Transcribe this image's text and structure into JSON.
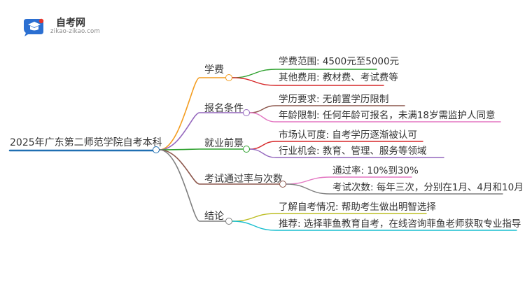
{
  "logo": {
    "name": "自考网",
    "url": "zikao-zikao.com",
    "icon": "graduation-cap-icon",
    "colors": {
      "badge": "#2b6fd1",
      "accent": "#e8342a"
    }
  },
  "mindmap": {
    "root": {
      "label": "2025年广东第二师范学院自考本科",
      "color": "#1f6fb2"
    },
    "branches": [
      {
        "label": "学费",
        "color": "#f39c1f",
        "children": [
          {
            "label": "学费范围: 4500元至5000元",
            "color": "#2ca02c"
          },
          {
            "label": "其他费用: 教材费、考试费等",
            "color": "#d62728"
          }
        ]
      },
      {
        "label": "报名条件",
        "color": "#9467bd",
        "children": [
          {
            "label": "学历要求: 无前置学历限制",
            "color": "#8c564b"
          },
          {
            "label": "年龄限制: 任何年龄可报名，未满18岁需监护人同意",
            "color": "#e377c2"
          }
        ]
      },
      {
        "label": "就业前景",
        "color": "#2ca02c",
        "children": [
          {
            "label": "市场认可度: 自考学历逐渐被认可",
            "color": "#d62728"
          },
          {
            "label": "行业机会: 教育、管理、服务等领域",
            "color": "#9467bd"
          }
        ]
      },
      {
        "label": "考试通过率与次数",
        "color": "#8c564b",
        "children": [
          {
            "label": "通过率: 10%到30%",
            "color": "#e377c2"
          },
          {
            "label": "考试次数: 每年三次，分别在1月、4月和10月",
            "color": "#7f7f7f"
          }
        ]
      },
      {
        "label": "结论",
        "color": "#7f7f7f",
        "children": [
          {
            "label": "了解自考情况: 帮助考生做出明智选择",
            "color": "#bcbd22"
          },
          {
            "label": "推荐: 选择菲鱼教育自考，在线咨询菲鱼老师获取专业指导",
            "color": "#17becf"
          }
        ]
      }
    ]
  }
}
